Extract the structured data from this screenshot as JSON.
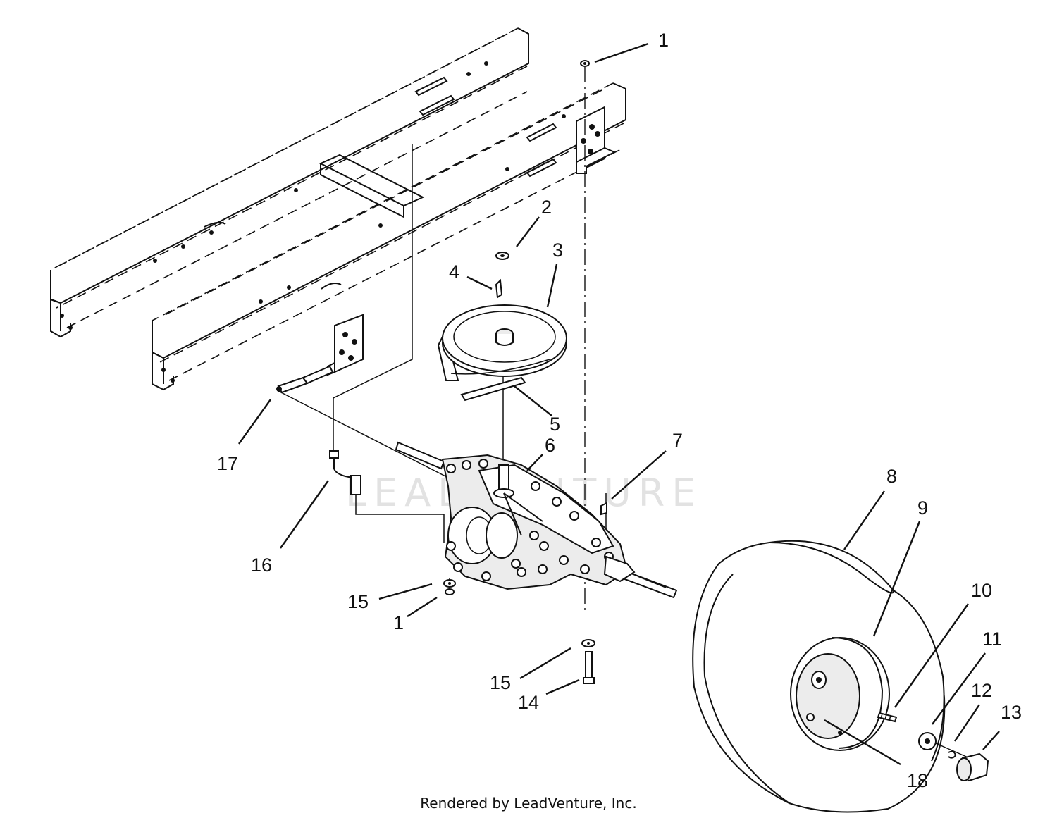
{
  "watermark": "LEADVENTURE",
  "footer": "Rendered by LeadVenture, Inc.",
  "callouts": [
    "1",
    "2",
    "3",
    "4",
    "5",
    "6",
    "7",
    "8",
    "9",
    "10",
    "11",
    "12",
    "13",
    "14",
    "15",
    "16",
    "17",
    "18",
    "15",
    "1"
  ],
  "colors": {
    "line": "#111111",
    "background": "#ffffff",
    "watermark": "#e2e2e2"
  }
}
